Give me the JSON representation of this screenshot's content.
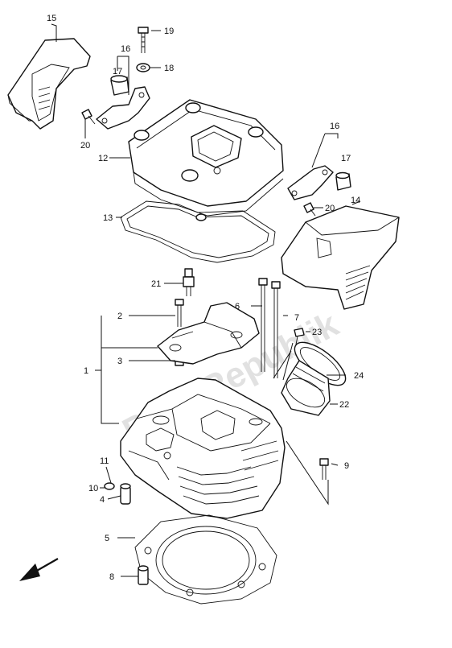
{
  "watermark": "PartsRepublik",
  "callouts": [
    "1",
    "2",
    "3",
    "4",
    "5",
    "6",
    "7",
    "8",
    "9",
    "10",
    "11",
    "12",
    "13",
    "14",
    "15",
    "16",
    "17",
    "18",
    "19",
    "20",
    "21",
    "22",
    "23",
    "24"
  ],
  "labels": {
    "n15": "15",
    "n19": "19",
    "n16a": "16",
    "n17a": "17",
    "n18": "18",
    "n20a": "20",
    "n12": "12",
    "n16b": "16",
    "n17b": "17",
    "n20b": "20",
    "n14": "14",
    "n13": "13",
    "n21": "21",
    "n6": "6",
    "n2": "2",
    "n7": "7",
    "n23": "23",
    "n3": "3",
    "n1": "1",
    "n24": "24",
    "n22": "22",
    "n11": "11",
    "n9": "9",
    "n10": "10",
    "n4": "4",
    "n5": "5",
    "n8": "8"
  },
  "icons": {
    "direction": "front-arrow-icon"
  }
}
